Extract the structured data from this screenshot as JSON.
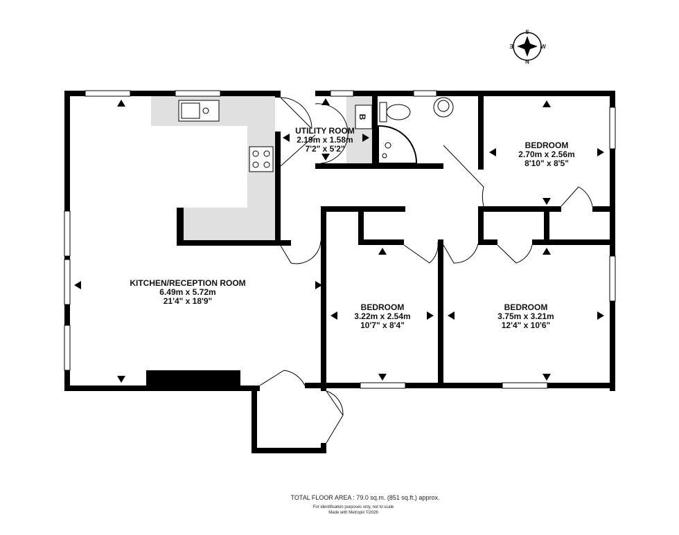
{
  "compass": {
    "north": "N",
    "south": "S",
    "east": "E",
    "west": "W"
  },
  "rooms": [
    {
      "name": "KITCHEN/RECEPTION ROOM",
      "metric": "6.49m  x 5.72m",
      "imperial": "21'4\"  x 18'9\""
    },
    {
      "name": "UTILITY ROOM",
      "metric": "2.19m  x 1.58m",
      "imperial": "7'2\"  x 5'2\""
    },
    {
      "name": "BEDROOM",
      "metric": "2.70m  x 2.56m",
      "imperial": "8'10\"  x 8'5\""
    },
    {
      "name": "BEDROOM",
      "metric": "3.22m  x 2.54m",
      "imperial": "10'7\"  x 8'4\""
    },
    {
      "name": "BEDROOM",
      "metric": "3.75m  x 3.21m",
      "imperial": "12'4\"  x 10'6\""
    }
  ],
  "boiler_label": "B",
  "footer": {
    "total_area": "TOTAL FLOOR AREA : 79.0 sq.m. (851 sq.ft.) approx.",
    "disclaimer": "For identification purposes only, not to scale",
    "credit": "Made with Metropix ©2026"
  },
  "colors": {
    "wall": "#000000",
    "fitted_units": "#e0e0e0"
  }
}
